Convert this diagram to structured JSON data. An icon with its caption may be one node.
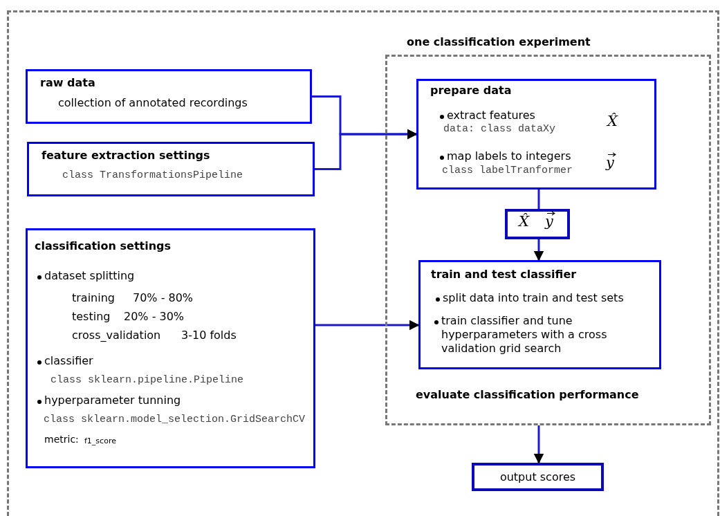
{
  "diagram": {
    "nodes": [
      {
        "text": [],
        "shape": "box"
      },
      {
        "text": [
          "one classification experiment",
          "evaluate classification performance"
        ],
        "in": 0
      },
      {
        "text": [
          "raw data",
          "collection of annotated recordings"
        ],
        "in": 0
      },
      {
        "text": [
          "feature extraction settings",
          "class TransformationsPipeline"
        ],
        "in": 0
      },
      {
        "text": [
          "classification settings",
          "dataset splitting",
          "training",
          "70% - 80%",
          "testing",
          "20% - 30%",
          "cross_validation",
          "3-10 folds",
          "classifier",
          "class sklearn.pipeline.Pipeline",
          "hyperparameter tunning",
          "class sklearn.model_selection.GridSearchCV",
          "metric:",
          "f1_score"
        ],
        "in": 0
      },
      {
        "text": [
          "prepare data",
          "extract features",
          "data: class dataXy",
          "X̂",
          "map labels to integers",
          "class labelTranformer",
          "y"
        ],
        "in": 1
      },
      {
        "text": [
          "X̂",
          "y"
        ],
        "in": 1
      },
      {
        "text": [
          "train and test classifier",
          "split data into train and test sets",
          "train classifier and tune hyperparameters with a cross validation grid search"
        ],
        "in": 1
      },
      {
        "text": [
          "output scores"
        ],
        "in": 0
      }
    ],
    "edges": [
      {
        "from": 2,
        "to": 5,
        "arrow": "to"
      },
      {
        "from": 3,
        "to": 5,
        "arrow": "to"
      },
      {
        "from": 4,
        "to": 7,
        "arrow": "to"
      },
      {
        "from": 5,
        "to": 6,
        "arrow": "none"
      },
      {
        "from": 6,
        "to": 7,
        "arrow": "to"
      },
      {
        "from": 1,
        "to": 8,
        "arrow": "to"
      }
    ]
  }
}
